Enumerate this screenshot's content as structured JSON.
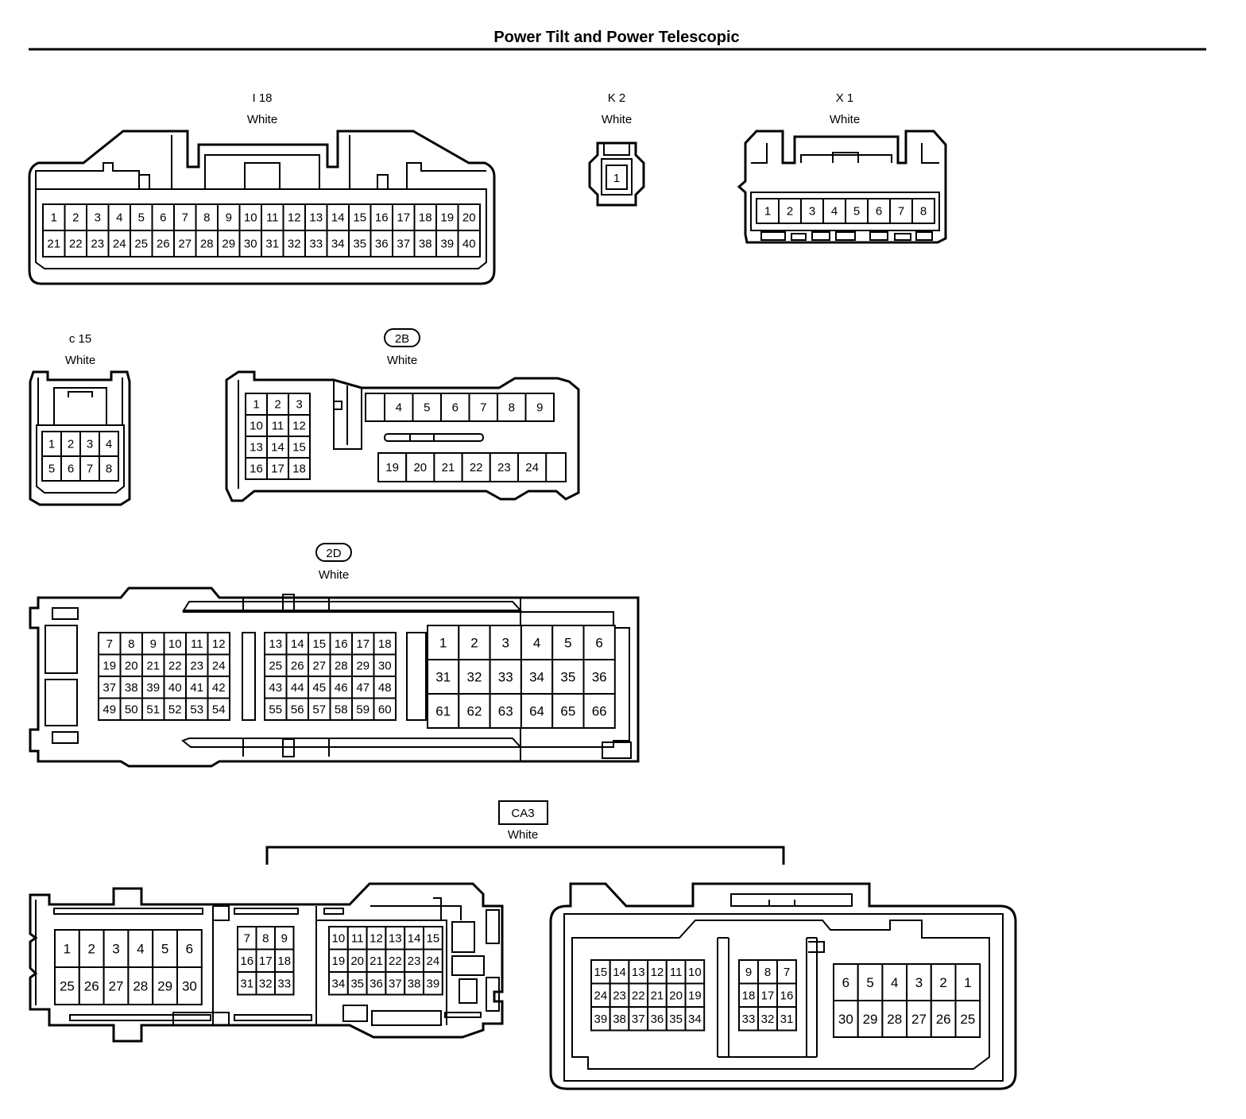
{
  "title": "Power Tilt and Power Telescopic",
  "connectors": {
    "i18": {
      "code": "I 18",
      "color": "White",
      "rows": [
        [
          "1",
          "2",
          "3",
          "4",
          "5",
          "6",
          "7",
          "8",
          "9",
          "10",
          "11",
          "12",
          "13",
          "14",
          "15",
          "16",
          "17",
          "18",
          "19",
          "20"
        ],
        [
          "21",
          "22",
          "23",
          "24",
          "25",
          "26",
          "27",
          "28",
          "29",
          "30",
          "31",
          "32",
          "33",
          "34",
          "35",
          "36",
          "37",
          "38",
          "39",
          "40"
        ]
      ]
    },
    "k2": {
      "code": "K 2",
      "color": "White",
      "pins": [
        "1"
      ]
    },
    "x1": {
      "code": "X 1",
      "color": "White",
      "rows": [
        [
          "1",
          "2",
          "3",
          "4",
          "5",
          "6",
          "7",
          "8"
        ]
      ]
    },
    "c15": {
      "code": "c 15",
      "color": "White",
      "rows": [
        [
          "1",
          "2",
          "3",
          "4"
        ],
        [
          "5",
          "6",
          "7",
          "8"
        ]
      ]
    },
    "b2": {
      "code": "2B",
      "color": "White",
      "left_block": [
        [
          "1",
          "2",
          "3"
        ],
        [
          "10",
          "11",
          "12"
        ],
        [
          "13",
          "14",
          "15"
        ],
        [
          "16",
          "17",
          "18"
        ]
      ],
      "top_row": [
        "4",
        "5",
        "6",
        "7",
        "8",
        "9"
      ],
      "bottom_row": [
        "19",
        "20",
        "21",
        "22",
        "23",
        "24"
      ]
    },
    "d2": {
      "code": "2D",
      "color": "White",
      "block_a": [
        [
          "7",
          "8",
          "9",
          "10",
          "11",
          "12"
        ],
        [
          "19",
          "20",
          "21",
          "22",
          "23",
          "24"
        ],
        [
          "37",
          "38",
          "39",
          "40",
          "41",
          "42"
        ],
        [
          "49",
          "50",
          "51",
          "52",
          "53",
          "54"
        ]
      ],
      "block_b": [
        [
          "13",
          "14",
          "15",
          "16",
          "17",
          "18"
        ],
        [
          "25",
          "26",
          "27",
          "28",
          "29",
          "30"
        ],
        [
          "43",
          "44",
          "45",
          "46",
          "47",
          "48"
        ],
        [
          "55",
          "56",
          "57",
          "58",
          "59",
          "60"
        ]
      ],
      "block_c": [
        [
          "1",
          "2",
          "3",
          "4",
          "5",
          "6"
        ],
        [
          "31",
          "32",
          "33",
          "34",
          "35",
          "36"
        ],
        [
          "61",
          "62",
          "63",
          "64",
          "65",
          "66"
        ]
      ]
    },
    "ca3": {
      "code": "CA3",
      "color": "White",
      "left_a": [
        [
          "1",
          "2",
          "3",
          "4",
          "5",
          "6"
        ],
        [
          "25",
          "26",
          "27",
          "28",
          "29",
          "30"
        ]
      ],
      "left_b": [
        [
          "7",
          "8",
          "9"
        ],
        [
          "16",
          "17",
          "18"
        ],
        [
          "31",
          "32",
          "33"
        ]
      ],
      "left_c": [
        [
          "10",
          "11",
          "12",
          "13",
          "14",
          "15"
        ],
        [
          "19",
          "20",
          "21",
          "22",
          "23",
          "24"
        ],
        [
          "34",
          "35",
          "36",
          "37",
          "38",
          "39"
        ]
      ],
      "right_a": [
        [
          "15",
          "14",
          "13",
          "12",
          "11",
          "10"
        ],
        [
          "24",
          "23",
          "22",
          "21",
          "20",
          "19"
        ],
        [
          "39",
          "38",
          "37",
          "36",
          "35",
          "34"
        ]
      ],
      "right_b": [
        [
          "9",
          "8",
          "7"
        ],
        [
          "18",
          "17",
          "16"
        ],
        [
          "33",
          "32",
          "31"
        ]
      ],
      "right_c": [
        [
          "6",
          "5",
          "4",
          "3",
          "2",
          "1"
        ],
        [
          "30",
          "29",
          "28",
          "27",
          "26",
          "25"
        ]
      ]
    }
  }
}
